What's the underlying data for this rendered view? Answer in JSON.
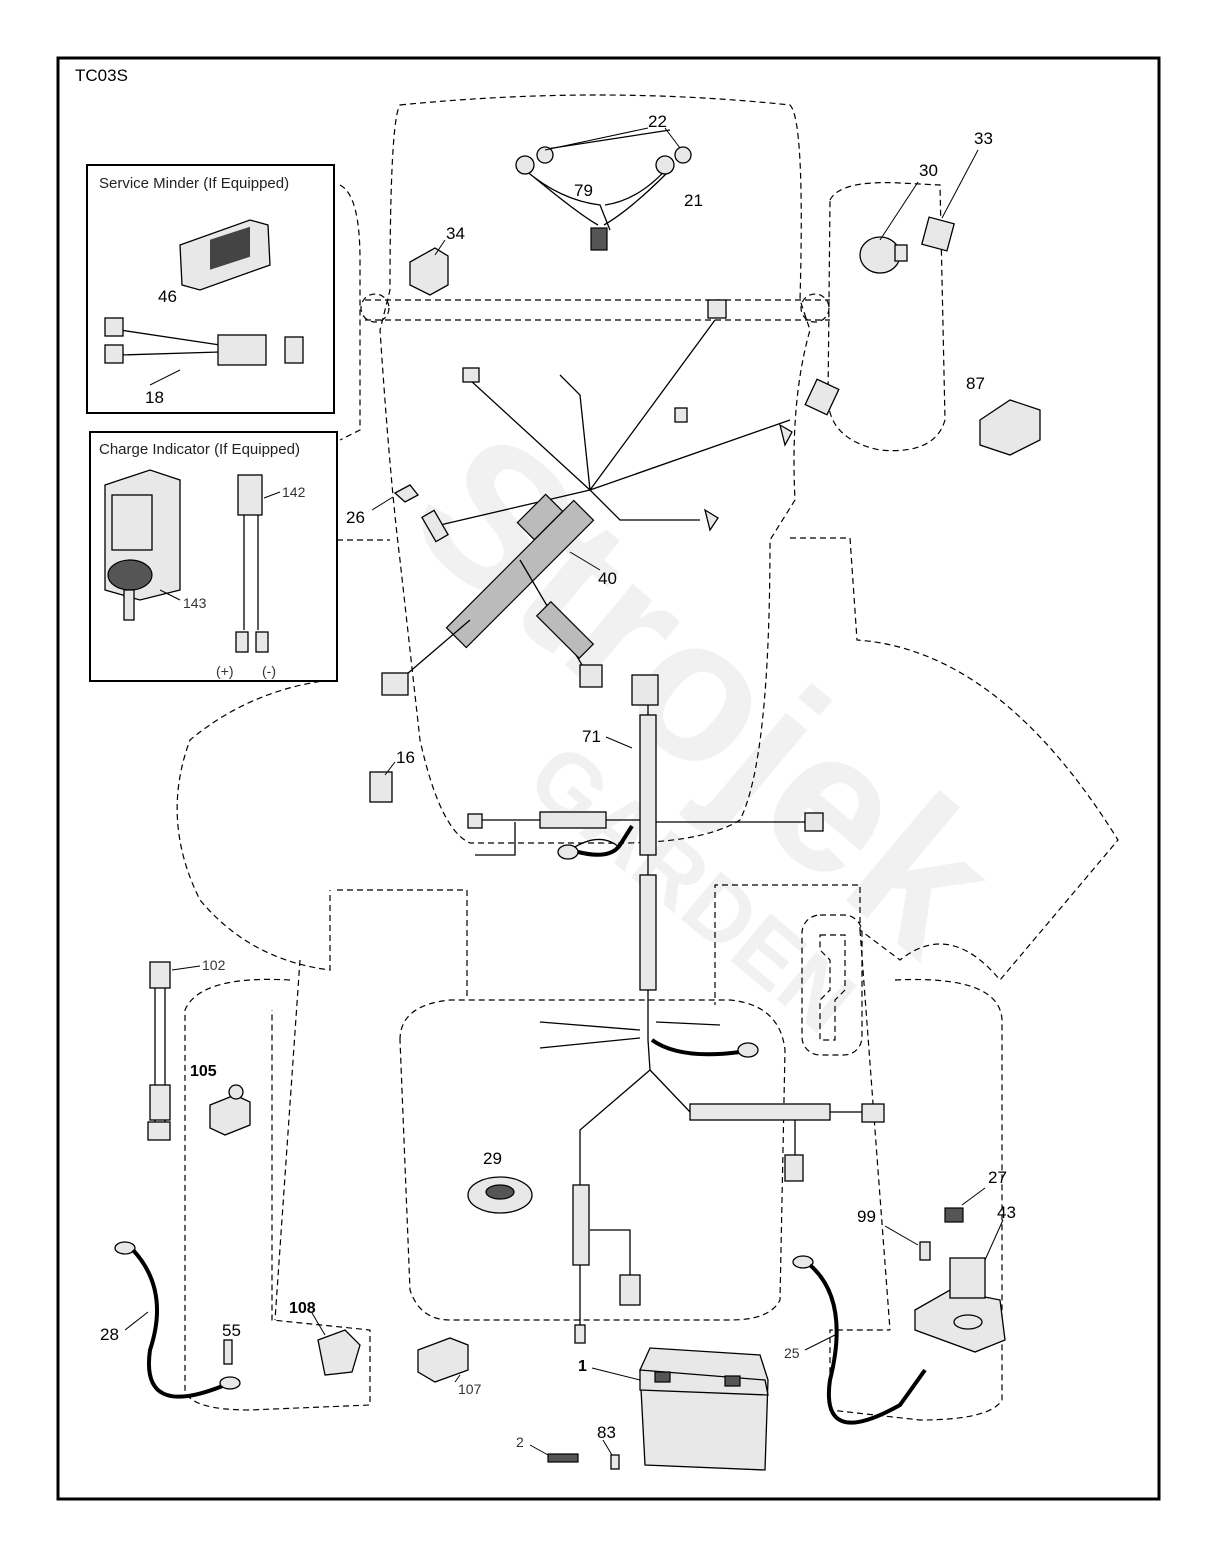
{
  "diagram_id": "TC03S",
  "watermark": {
    "line1": "Strojek",
    "line2": "GARDEN"
  },
  "service_minder": {
    "title": "Service Minder (If Equipped)"
  },
  "charge_indicator": {
    "title": "Charge Indicator (If Equipped)",
    "plus": "(+)",
    "minus": "(-)"
  },
  "labels": {
    "p22": "22",
    "p79": "79",
    "p21": "21",
    "p34": "34",
    "p30": "30",
    "p33": "33",
    "p46": "46",
    "p18": "18",
    "p87": "87",
    "p26": "26",
    "p142": "142",
    "p143": "143",
    "p40": "40",
    "p71": "71",
    "p16": "16",
    "p102": "102",
    "p105": "105",
    "p29": "29",
    "p27": "27",
    "p43": "43",
    "p99": "99",
    "p28": "28",
    "p55": "55",
    "p108": "108",
    "p107": "107",
    "p1": "1",
    "p25": "25",
    "p2": "2",
    "p83": "83"
  }
}
